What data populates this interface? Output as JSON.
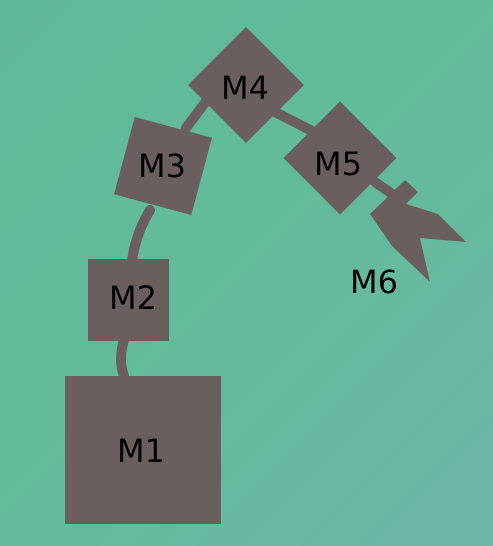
{
  "colors": {
    "background": "#62bc99",
    "module": "#6b5f5e",
    "label": "#000000"
  },
  "modules": [
    {
      "id": "m1",
      "label": "M1"
    },
    {
      "id": "m2",
      "label": "M2"
    },
    {
      "id": "m3",
      "label": "M3"
    },
    {
      "id": "m4",
      "label": "M4"
    },
    {
      "id": "m5",
      "label": "M5"
    },
    {
      "id": "m6",
      "label": "M6"
    }
  ],
  "icons": {
    "gripper": "gripper-icon"
  }
}
